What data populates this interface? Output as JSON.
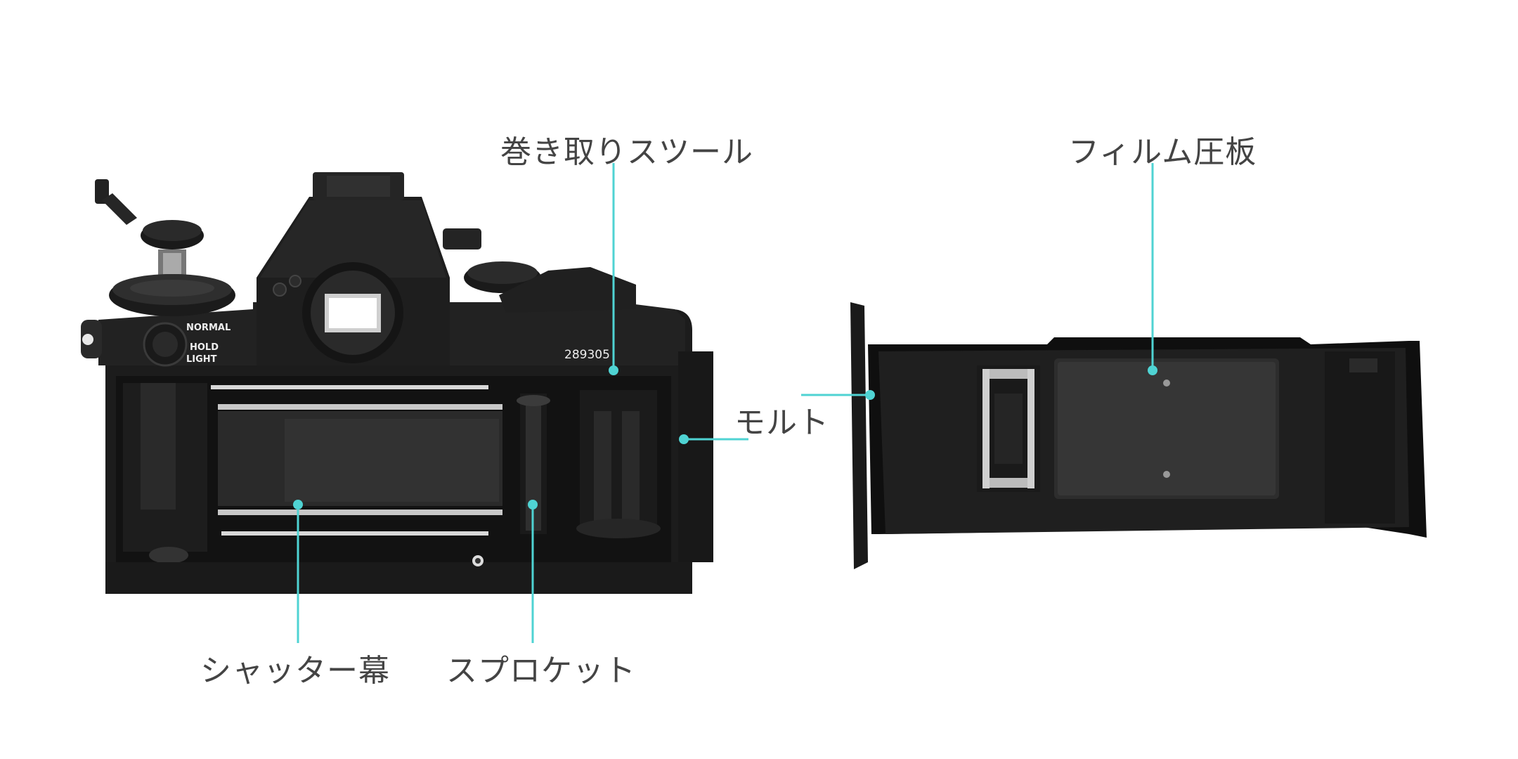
{
  "labels": {
    "takeup_spool": "巻き取りスツール",
    "pressure_plate": "フィルム圧板",
    "mort": "モルト",
    "shutter_curtain": "シャッター幕",
    "sprocket": "スプロケット"
  },
  "camera_markings": {
    "normal": "NORMAL",
    "hold": "HOLD",
    "light": "LIGHT",
    "serial": "289305"
  },
  "colors": {
    "accent": "#4fd3d3",
    "text": "#444444",
    "camera_body": "#1a1a1a"
  }
}
